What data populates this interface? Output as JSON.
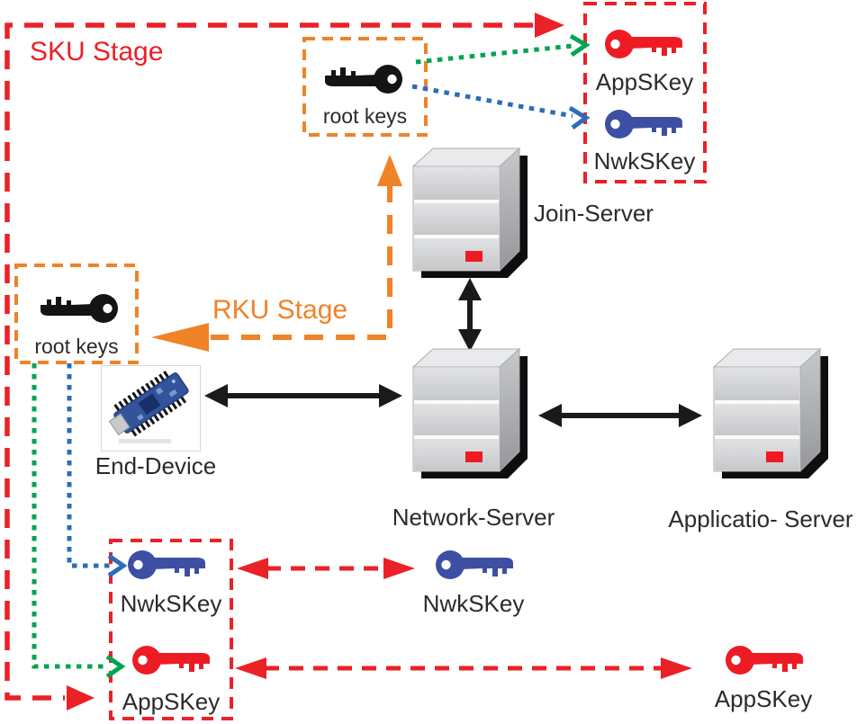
{
  "diagram": {
    "stages": {
      "sku_label": "SKU Stage",
      "rku_label": "RKU Stage"
    },
    "nodes": {
      "top_root_keys": {
        "label": "root keys",
        "icon": "root-key-icon"
      },
      "left_root_keys": {
        "label": "root keys",
        "icon": "root-key-icon"
      },
      "end_device": {
        "label": "End-Device",
        "icon": "end-device-icon"
      },
      "join_server": {
        "label": "Join-Server",
        "icon": "server-icon"
      },
      "network_server": {
        "label": "Network-Server",
        "icon": "server-icon"
      },
      "application_server": {
        "label": "Applicatio- Server",
        "icon": "server-icon"
      }
    },
    "keys": {
      "top_appskey": {
        "label": "AppSKey",
        "icon": "key-icon",
        "color": "red"
      },
      "top_nwkskey": {
        "label": "NwkSKey",
        "icon": "key-icon",
        "color": "blue"
      },
      "device_nwkskey": {
        "label": "NwkSKey",
        "icon": "key-icon",
        "color": "blue"
      },
      "device_appskey": {
        "label": "AppSKey",
        "icon": "key-icon",
        "color": "red"
      },
      "network_nwkskey": {
        "label": "NwkSKey",
        "icon": "key-icon",
        "color": "blue"
      },
      "application_appskey": {
        "label": "AppSKey",
        "icon": "key-icon",
        "color": "red"
      }
    },
    "colors": {
      "stage_red": "#ea2127",
      "stage_orange": "#f08227",
      "key_red": "#ed1c24",
      "key_blue": "#3d4fa3",
      "key_black": "#141414",
      "arrow_green": "#00a551",
      "arrow_blue": "#2b6db9",
      "arrow_black": "#1a1a1a",
      "server_front_gray": "#d2d3d5",
      "server_led_red": "#ee1b23"
    }
  }
}
